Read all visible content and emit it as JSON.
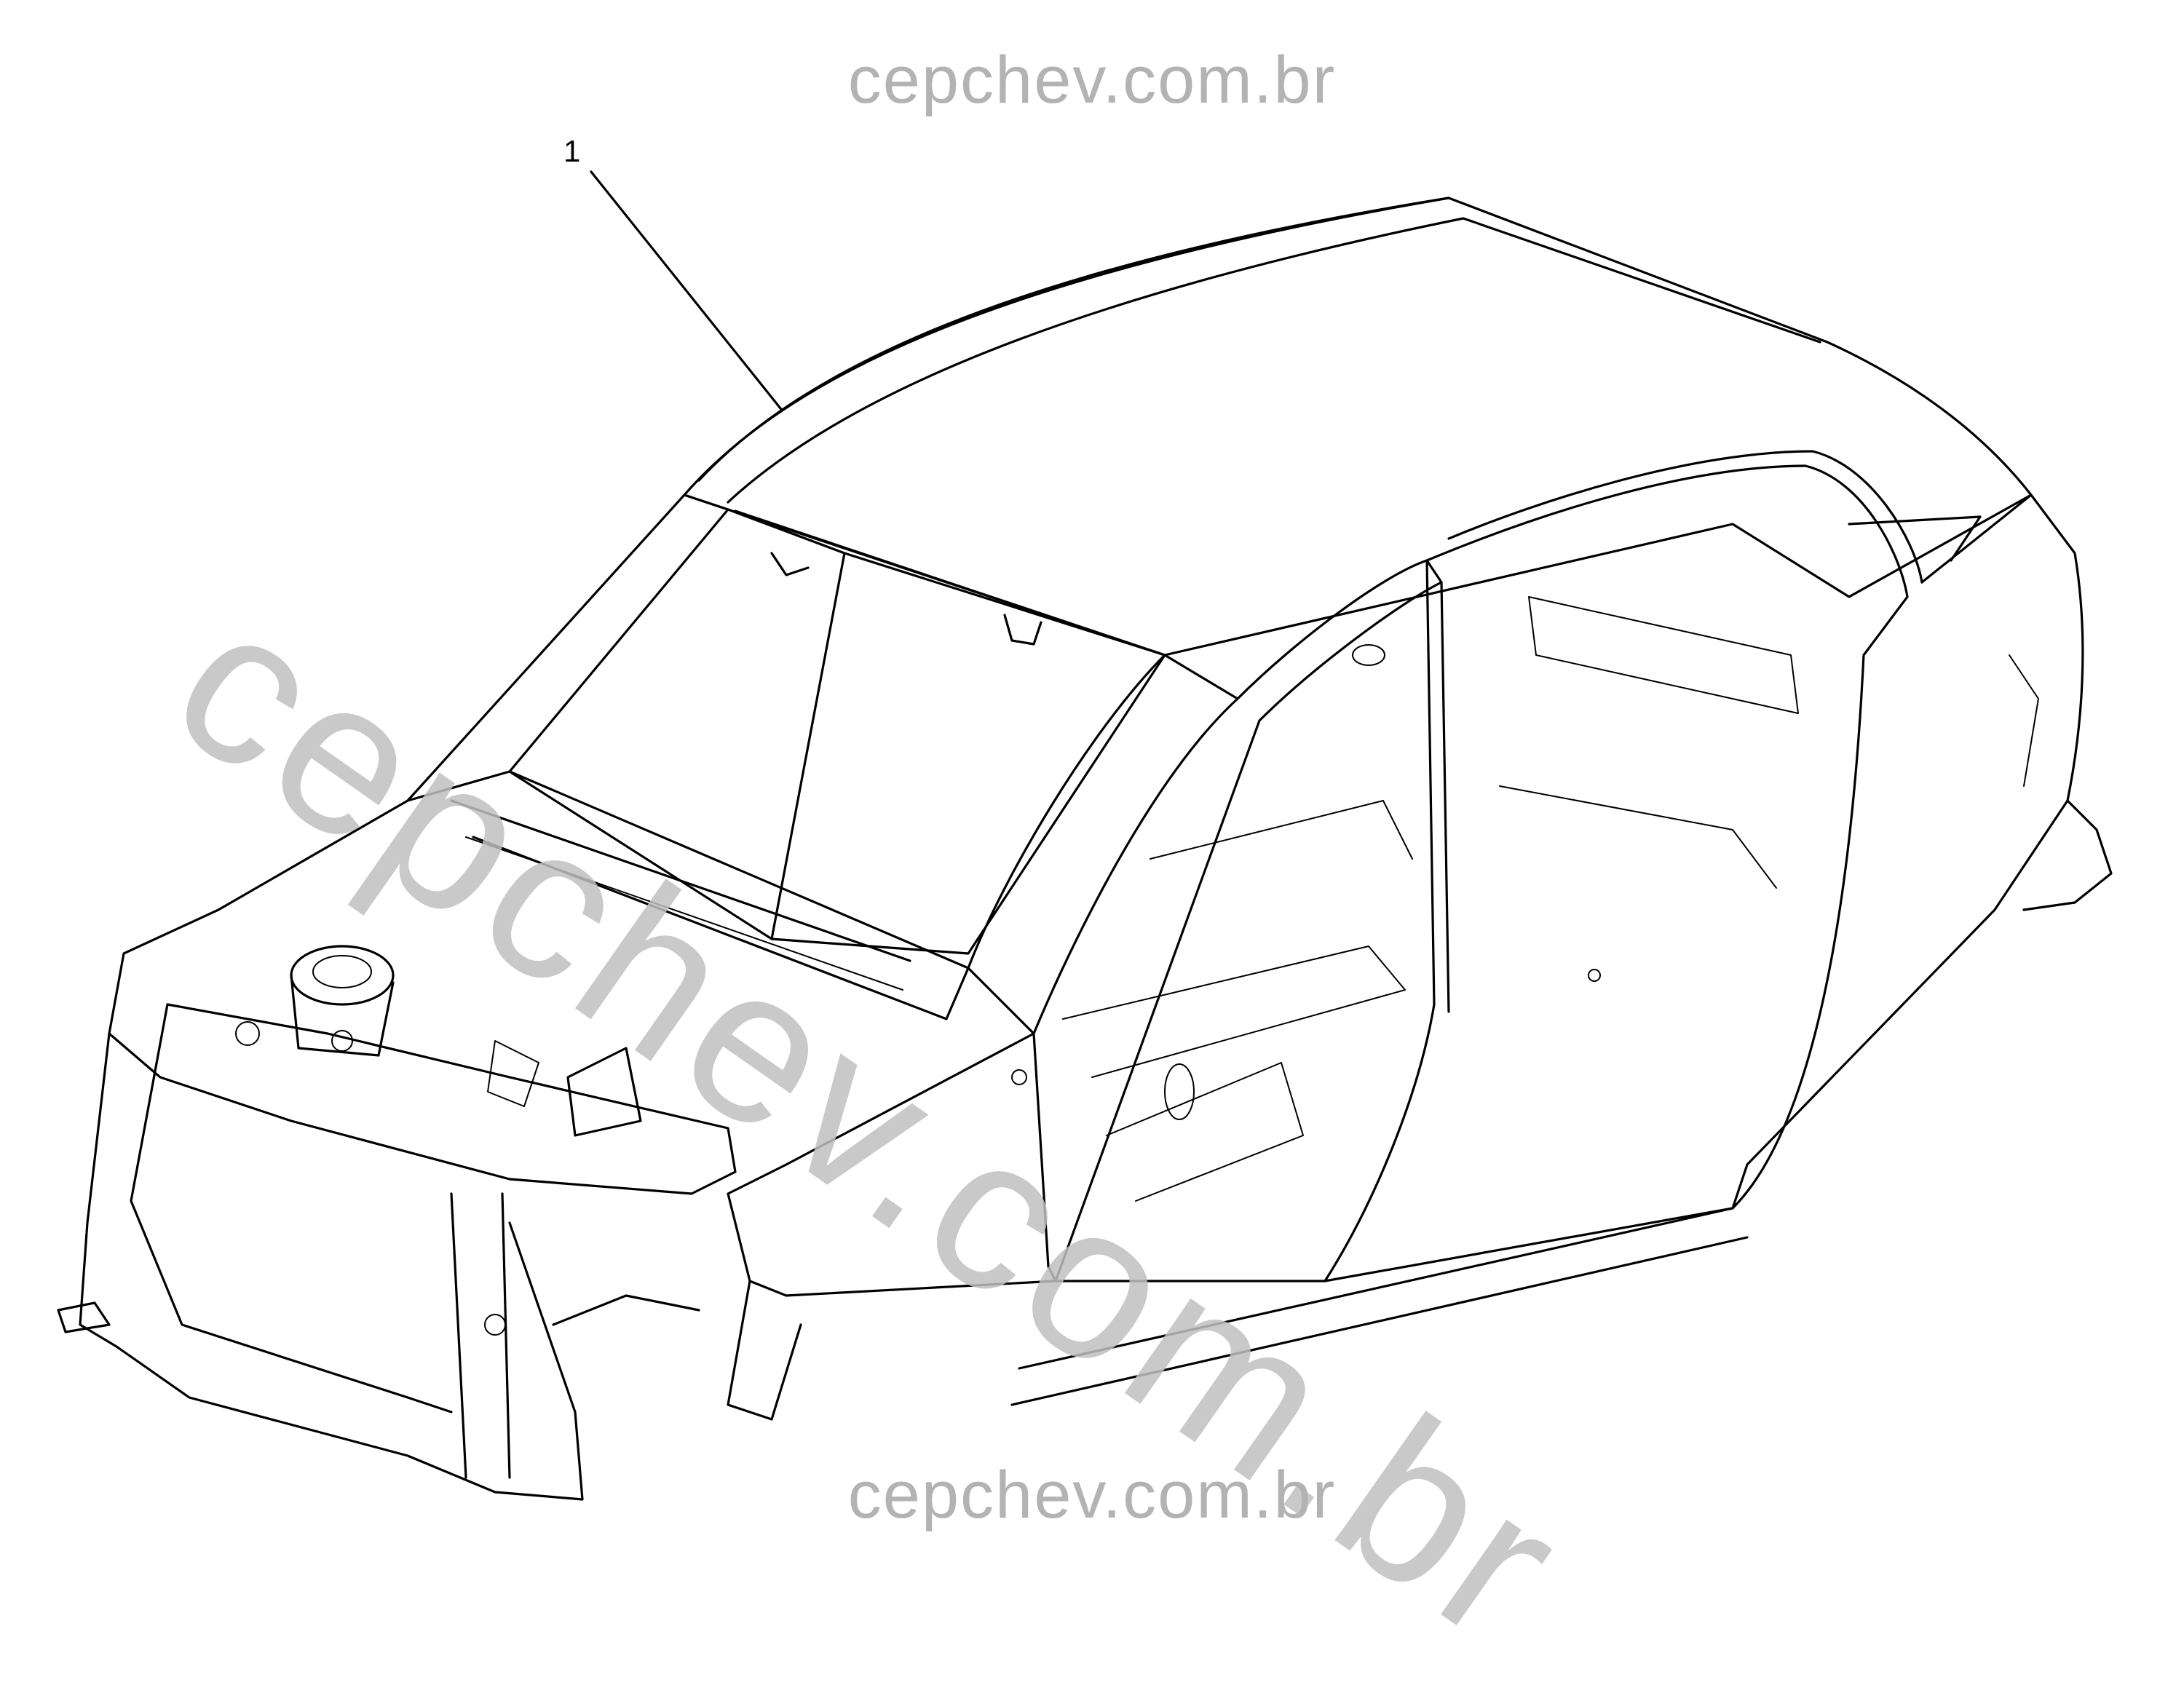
{
  "watermark": {
    "top_text": "cepchev.com.br",
    "bottom_text": "cepchev.com.br",
    "diagonal_text": "cepchev.com.br",
    "color": "#b3b3b3"
  },
  "callouts": [
    {
      "number": "1"
    }
  ]
}
